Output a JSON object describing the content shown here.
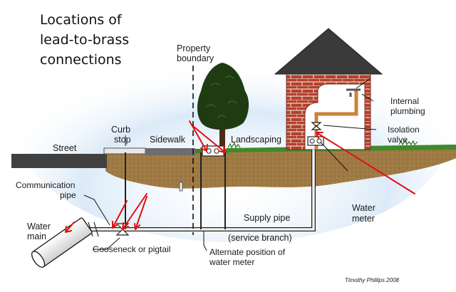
{
  "title": [
    "Locations of",
    "lead-to-brass",
    "connections"
  ],
  "labels": {
    "property_boundary": [
      "Property",
      "boundary"
    ],
    "internal_plumbing": [
      "Internal",
      "plumbing"
    ],
    "isolation_valve": [
      "Isolation",
      "valve"
    ],
    "curb_stop": [
      "Curb",
      "stop"
    ],
    "street": "Street",
    "sidewalk": "Sidewalk",
    "landscaping": "Landscaping",
    "communication_pipe": [
      "Communication",
      "pipe"
    ],
    "water_main": [
      "Water",
      "main"
    ],
    "gooseneck": "Gooseneck or pigtail",
    "supply_pipe": "Supply pipe",
    "service_branch": "(service branch)",
    "water_meter": [
      "Water",
      "meter"
    ],
    "alternate_position": [
      "Alternate position of",
      "water meter"
    ]
  },
  "credit": "Timothy Phillips 2008",
  "colors": {
    "arrow": "#e01010",
    "brick": "#b5402e",
    "mortar": "#e9d6c4",
    "roof": "#3a3a3a",
    "soil": "#a0793f",
    "grass": "#3f8a2a",
    "sky": "#bcd7f0",
    "street": "#404040",
    "tree": "#1e3b12",
    "pipe": "#f2f2f2"
  }
}
